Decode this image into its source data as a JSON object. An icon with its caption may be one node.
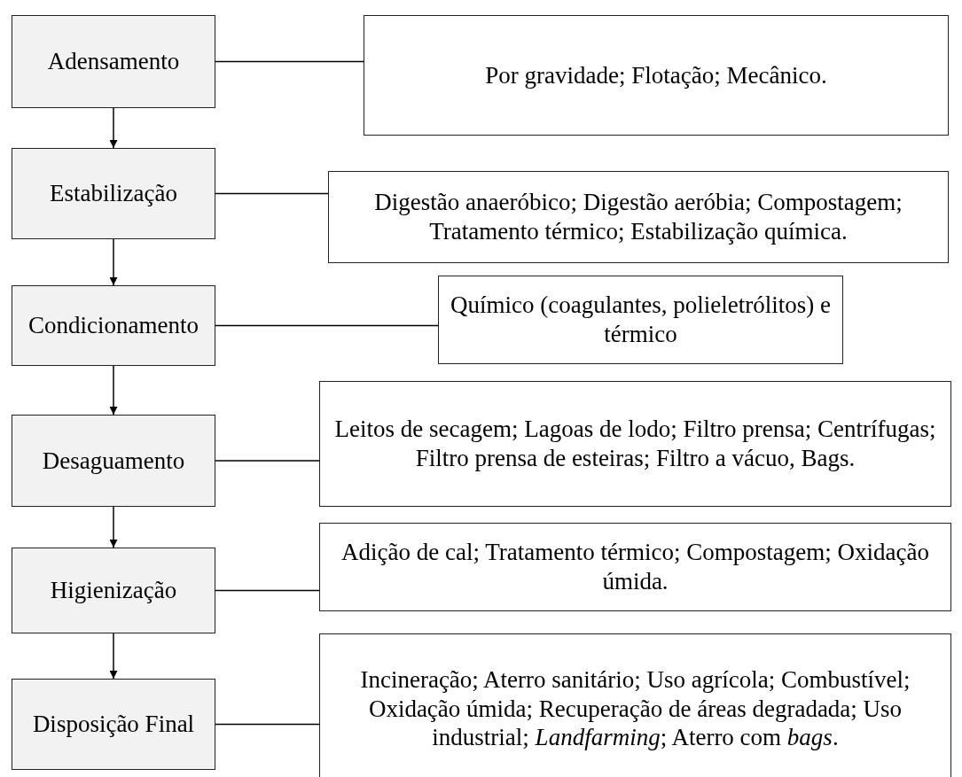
{
  "diagram": {
    "nodes": [
      {
        "text": [
          "Adensamento"
        ]
      },
      {
        "text": [
          "Estabilização"
        ]
      },
      {
        "text": [
          "Condicionamento"
        ]
      },
      {
        "text": [
          "Desaguamento"
        ]
      },
      {
        "text": [
          "Higienização"
        ]
      },
      {
        "text": [
          "Disposição Final"
        ]
      },
      {
        "text": [
          "Por gravidade; Flotação; Mecânico."
        ]
      },
      {
        "text": [
          "Digestão anaeróbico; Digestão aeróbia; Compostagem; Tratamento térmico; Estabilização química."
        ]
      },
      {
        "text": [
          "Químico (coagulantes, polieletrólitos) e térmico"
        ]
      },
      {
        "text": [
          "Leitos de secagem; Lagoas de lodo; Filtro prensa; Centrífugas; Filtro prensa de esteiras; Filtro a vácuo, Bags."
        ]
      },
      {
        "text": [
          "Adição de cal; Tratamento térmico; Compostagem; Oxidação úmida."
        ]
      },
      {
        "text": [
          "Incineração; Aterro sanitário; Uso agrícola; Combustível; Oxidação úmida; Recuperação de áreas degradada; Uso industrial; *Landfarming*; Aterro com *bags*."
        ]
      }
    ],
    "edges": [
      {
        "from": 0,
        "to": 1,
        "arrow": "to"
      },
      {
        "from": 1,
        "to": 2,
        "arrow": "to"
      },
      {
        "from": 2,
        "to": 3,
        "arrow": "to"
      },
      {
        "from": 3,
        "to": 4,
        "arrow": "to"
      },
      {
        "from": 4,
        "to": 5,
        "arrow": "to"
      },
      {
        "from": 0,
        "to": 6,
        "arrow": "none"
      },
      {
        "from": 1,
        "to": 7,
        "arrow": "none"
      },
      {
        "from": 2,
        "to": 8,
        "arrow": "none"
      },
      {
        "from": 3,
        "to": 9,
        "arrow": "none"
      },
      {
        "from": 4,
        "to": 10,
        "arrow": "none"
      },
      {
        "from": 5,
        "to": 11,
        "arrow": "none"
      }
    ]
  }
}
